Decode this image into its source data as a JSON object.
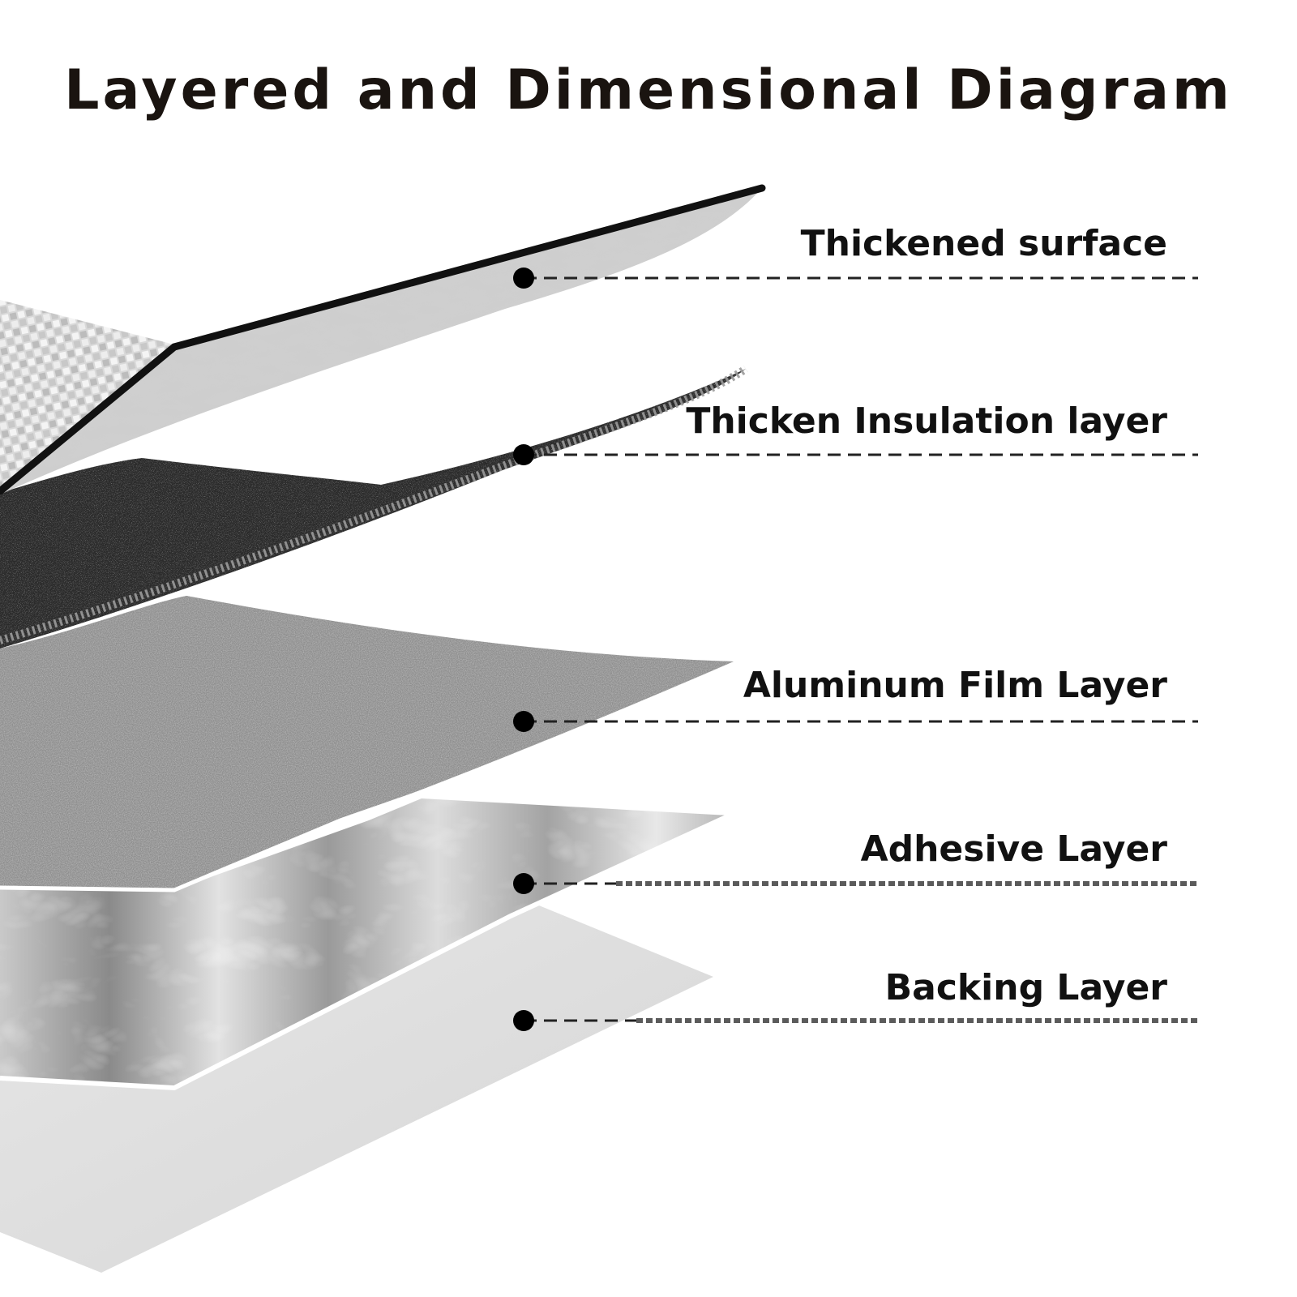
{
  "title": "Layered and Dimensional Diagram",
  "layers": [
    {
      "id": "thickened-surface",
      "label": "Thickened surface",
      "leader": "dashed"
    },
    {
      "id": "insulation",
      "label": "Thicken Insulation layer",
      "leader": "dashed"
    },
    {
      "id": "aluminum-film",
      "label": "Aluminum Film Layer",
      "leader": "dashed"
    },
    {
      "id": "adhesive",
      "label": "Adhesive Layer",
      "leader": "dash-dot-chain"
    },
    {
      "id": "backing",
      "label": "Backing Layer",
      "leader": "dash-dot-chain"
    }
  ],
  "colors": {
    "title": "#1a1410",
    "label": "#111111",
    "leader": "#222222",
    "marker": "#000000"
  }
}
